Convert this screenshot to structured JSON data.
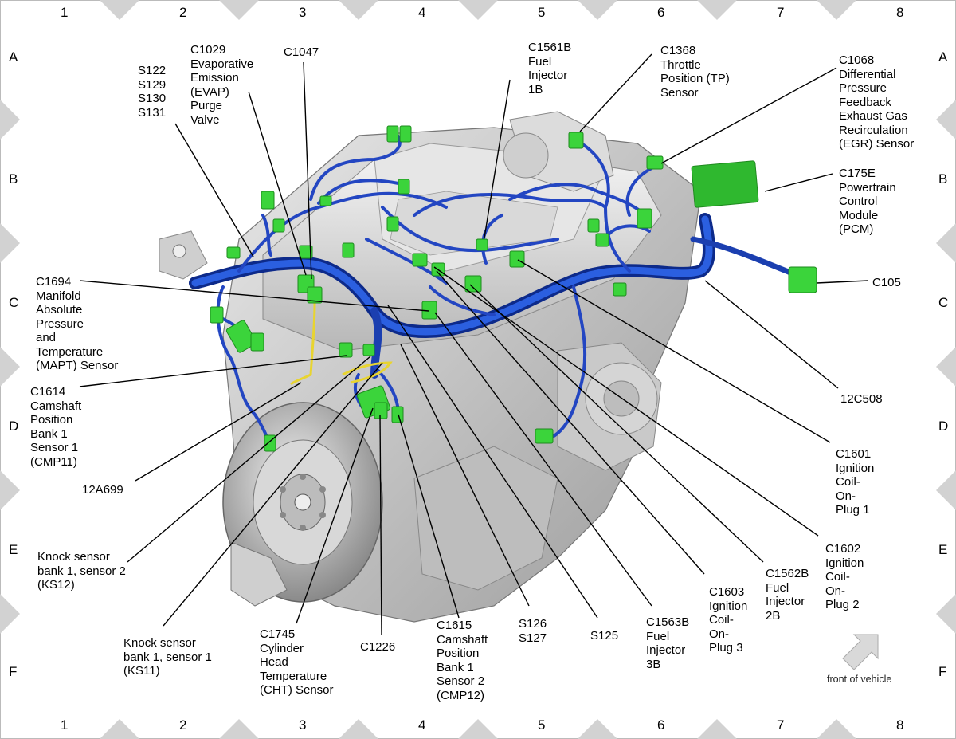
{
  "grid": {
    "columns": [
      "1",
      "2",
      "3",
      "4",
      "5",
      "6",
      "7",
      "8"
    ],
    "rows": [
      "A",
      "B",
      "C",
      "D",
      "E",
      "F"
    ]
  },
  "callouts": {
    "s122": "S122\nS129\nS130\nS131",
    "c1029": "C1029\nEvaporative\nEmission\n(EVAP)\nPurge\nValve",
    "c1047": "C1047",
    "c1561b": "C1561B\nFuel\nInjector\n1B",
    "c1368": "C1368\nThrottle\nPosition (TP)\nSensor",
    "c1068": "C1068\nDifferential\nPressure\nFeedback\nExhaust Gas\nRecirculation\n(EGR) Sensor",
    "c175e": "C175E\nPowertrain\nControl\nModule\n(PCM)",
    "c105": "C105",
    "c1694": "C1694\nManifold\nAbsolute\nPressure\nand\nTemperature\n(MAPT) Sensor",
    "c1614": "C1614\nCamshaft\nPosition\nBank 1\nSensor 1\n(CMP11)",
    "a12a699": "12A699",
    "ks12": "Knock sensor\nbank 1, sensor 2\n(KS12)",
    "ks11": "Knock sensor\nbank 1, sensor 1\n(KS11)",
    "c1745": "C1745\nCylinder\nHead\nTemperature\n(CHT) Sensor",
    "c1226": "C1226",
    "c1615": "C1615\nCamshaft\nPosition\nBank 1\nSensor 2\n(CMP12)",
    "s126": "S126\nS127",
    "s125": "S125",
    "c1563b": "C1563B\nFuel\nInjector\n3B",
    "c1603": "C1603\nIgnition\nCoil-\nOn-\nPlug 3",
    "c1562b": "C1562B\nFuel\nInjector\n2B",
    "c1602": "C1602\nIgnition\nCoil-\nOn-\nPlug 2",
    "c1601": "C1601\nIgnition\nCoil-\nOn-\nPlug 1",
    "c12c508": "12C508"
  },
  "orientation": {
    "label": "front of vehicle",
    "icon": "arrow-up-right-icon"
  },
  "colors": {
    "harness": "#1b3fb0",
    "connector": "#3bd43b",
    "engine": "#c8c8c8",
    "grid_marker": "#d2d2d2",
    "sensor_wire": "#f0e040"
  }
}
